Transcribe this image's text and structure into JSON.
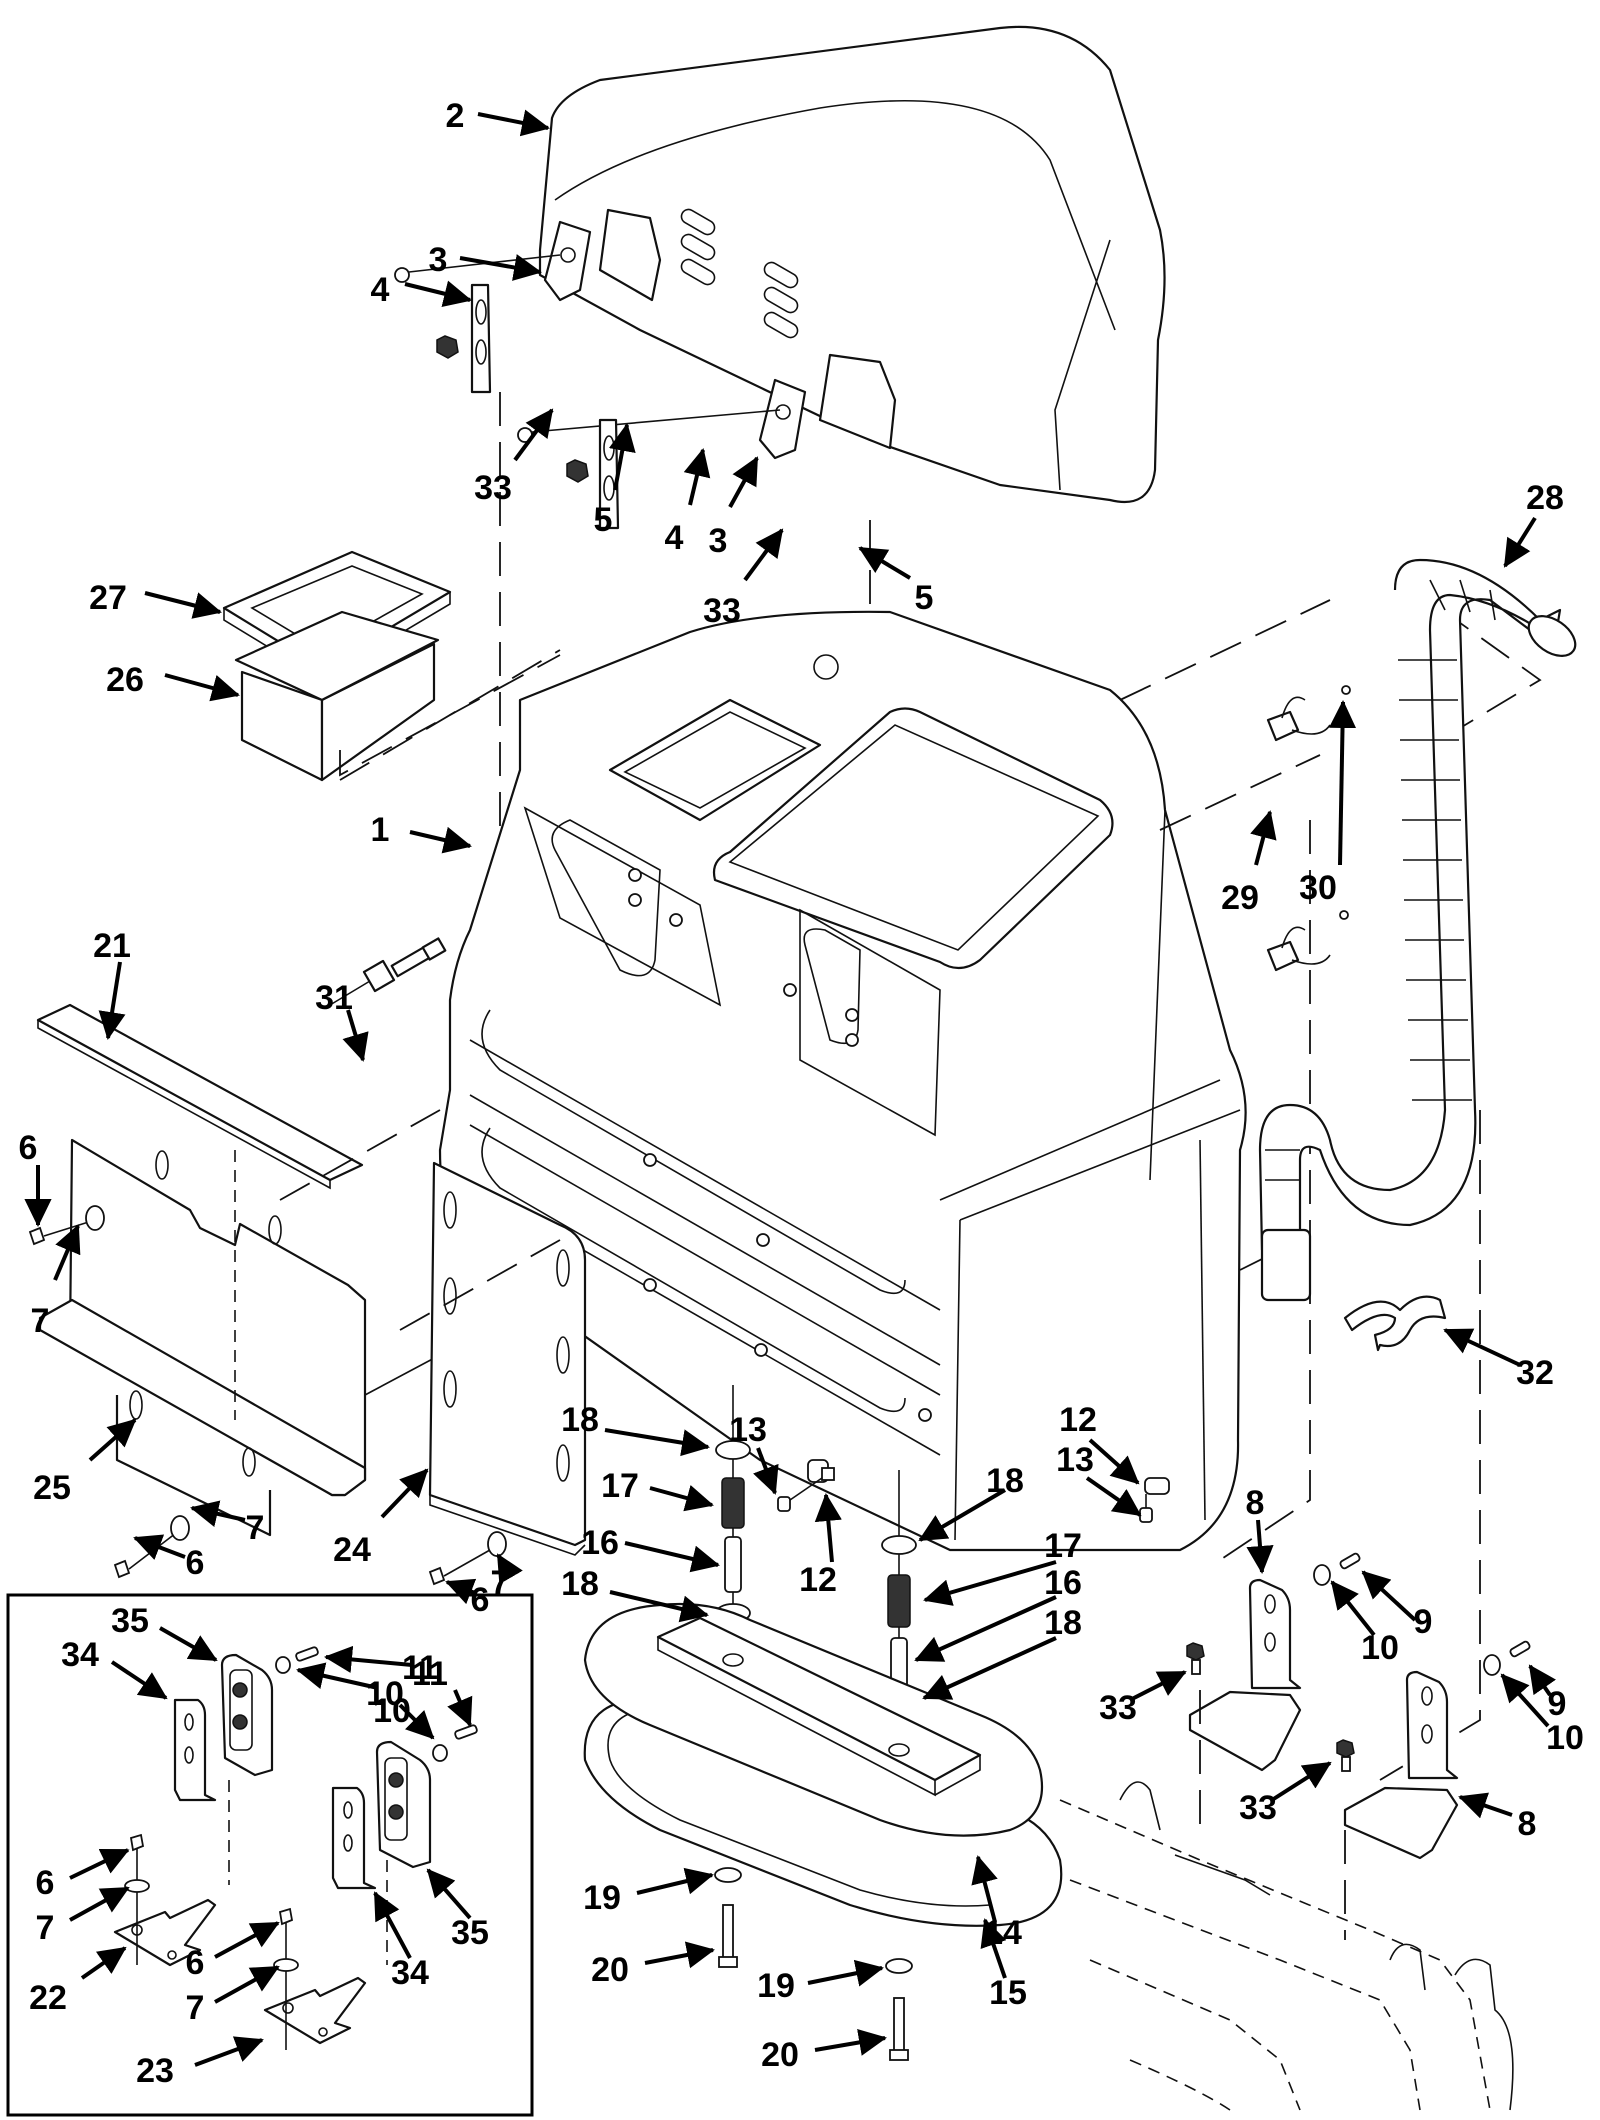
{
  "diagram": {
    "type": "exploded-parts-diagram",
    "inset_label": "hinge detail inset",
    "callouts": [
      {
        "id": "c2",
        "label": "2",
        "part": "cover"
      },
      {
        "id": "c3a",
        "label": "3",
        "part": "latch-bracket"
      },
      {
        "id": "c4a",
        "label": "4",
        "part": "screw"
      },
      {
        "id": "c33a",
        "label": "33",
        "part": "flange-nut"
      },
      {
        "id": "c5a",
        "label": "5",
        "part": "latch-strike"
      },
      {
        "id": "c4b",
        "label": "4",
        "part": "screw"
      },
      {
        "id": "c3b",
        "label": "3",
        "part": "latch-bracket"
      },
      {
        "id": "c33b",
        "label": "33",
        "part": "flange-nut"
      },
      {
        "id": "c5b",
        "label": "5",
        "part": "latch-strike"
      },
      {
        "id": "c28",
        "label": "28",
        "part": "hose"
      },
      {
        "id": "c27",
        "label": "27",
        "part": "filter-frame"
      },
      {
        "id": "c26",
        "label": "26",
        "part": "filter"
      },
      {
        "id": "c1",
        "label": "1",
        "part": "tank-body"
      },
      {
        "id": "c29",
        "label": "29",
        "part": "hose-clip"
      },
      {
        "id": "c30",
        "label": "30",
        "part": "rivet"
      },
      {
        "id": "c31",
        "label": "31",
        "part": "sensor"
      },
      {
        "id": "c21",
        "label": "21",
        "part": "seal-strip"
      },
      {
        "id": "c6a",
        "label": "6",
        "part": "bolt"
      },
      {
        "id": "c7a",
        "label": "7",
        "part": "washer"
      },
      {
        "id": "c25",
        "label": "25",
        "part": "mounting-bracket"
      },
      {
        "id": "c7b",
        "label": "7",
        "part": "washer"
      },
      {
        "id": "c6b",
        "label": "6",
        "part": "bolt"
      },
      {
        "id": "c24",
        "label": "24",
        "part": "mounting-plate"
      },
      {
        "id": "c6c",
        "label": "6",
        "part": "bolt"
      },
      {
        "id": "c7c",
        "label": "7",
        "part": "washer"
      },
      {
        "id": "c18a",
        "label": "18",
        "part": "washer"
      },
      {
        "id": "c17a",
        "label": "17",
        "part": "spring"
      },
      {
        "id": "c16a",
        "label": "16",
        "part": "spacer"
      },
      {
        "id": "c18b",
        "label": "18",
        "part": "washer"
      },
      {
        "id": "c13a",
        "label": "13",
        "part": "screw"
      },
      {
        "id": "c12a",
        "label": "12",
        "part": "cable-clamp"
      },
      {
        "id": "c18c",
        "label": "18",
        "part": "washer"
      },
      {
        "id": "c17b",
        "label": "17",
        "part": "spring"
      },
      {
        "id": "c16b",
        "label": "16",
        "part": "spacer"
      },
      {
        "id": "c18d",
        "label": "18",
        "part": "washer"
      },
      {
        "id": "c12b",
        "label": "12",
        "part": "cable-clamp"
      },
      {
        "id": "c13b",
        "label": "13",
        "part": "screw"
      },
      {
        "id": "c32",
        "label": "32",
        "part": "hose-holder"
      },
      {
        "id": "c8a",
        "label": "8",
        "part": "hinge"
      },
      {
        "id": "c9a",
        "label": "9",
        "part": "pin"
      },
      {
        "id": "c10a",
        "label": "10",
        "part": "washer"
      },
      {
        "id": "c33c",
        "label": "33",
        "part": "flange-bolt"
      },
      {
        "id": "c9b",
        "label": "9",
        "part": "pin"
      },
      {
        "id": "c10b",
        "label": "10",
        "part": "washer"
      },
      {
        "id": "c33d",
        "label": "33",
        "part": "flange-bolt"
      },
      {
        "id": "c8b",
        "label": "8",
        "part": "hinge"
      },
      {
        "id": "c14",
        "label": "14",
        "part": "float-plate"
      },
      {
        "id": "c15",
        "label": "15",
        "part": "bumper-ring"
      },
      {
        "id": "c19a",
        "label": "19",
        "part": "washer"
      },
      {
        "id": "c20a",
        "label": "20",
        "part": "bolt"
      },
      {
        "id": "c19b",
        "label": "19",
        "part": "washer"
      },
      {
        "id": "c20b",
        "label": "20",
        "part": "bolt"
      },
      {
        "id": "c35a",
        "label": "35",
        "part": "hinge-block"
      },
      {
        "id": "c34a",
        "label": "34",
        "part": "hinge-leaf"
      },
      {
        "id": "c11a",
        "label": "11",
        "part": "pin"
      },
      {
        "id": "c10c",
        "label": "10",
        "part": "washer"
      },
      {
        "id": "c10d",
        "label": "10",
        "part": "washer"
      },
      {
        "id": "c11b",
        "label": "11",
        "part": "pin"
      },
      {
        "id": "c6d",
        "label": "6",
        "part": "bolt"
      },
      {
        "id": "c7d",
        "label": "7",
        "part": "washer"
      },
      {
        "id": "c22",
        "label": "22",
        "part": "hinge-base-left"
      },
      {
        "id": "c6e",
        "label": "6",
        "part": "bolt"
      },
      {
        "id": "c7e",
        "label": "7",
        "part": "washer"
      },
      {
        "id": "c23",
        "label": "23",
        "part": "hinge-base-right"
      },
      {
        "id": "c34b",
        "label": "34",
        "part": "hinge-leaf"
      },
      {
        "id": "c35b",
        "label": "35",
        "part": "hinge-block"
      }
    ]
  }
}
